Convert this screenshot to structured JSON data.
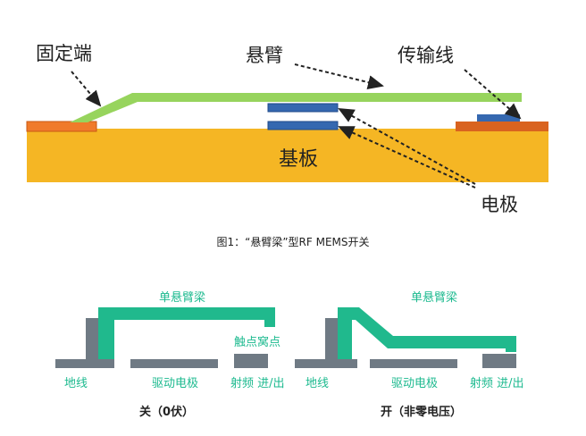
{
  "top": {
    "labels": {
      "anchor": "固定端",
      "cantilever": "悬臂",
      "transmission_line": "传输线",
      "substrate": "基板",
      "electrode": "电极"
    },
    "colors": {
      "substrate": "#f5b624",
      "cantilever": "#97d45d",
      "anchor_pad": "#f07a2a",
      "line_pad": "#d9631f",
      "electrode": "#3568b0"
    }
  },
  "caption": "图1：“悬臂梁”型RF MEMS开关",
  "bottom": {
    "labels": {
      "beam_left": "单悬臂梁",
      "beam_right": "单悬臂梁",
      "contact_dimple": "触点窝点",
      "ground_left": "地线",
      "ground_right": "地线",
      "drive_left": "驱动电极",
      "drive_right": "驱动电极",
      "rf_left": "射频 进/出",
      "rf_right": "射频 进/出",
      "state_off": "关（0伏）",
      "state_on": "开（非零电压）"
    },
    "colors": {
      "beam": "#20b98d",
      "gray": "#6f7a84"
    }
  }
}
